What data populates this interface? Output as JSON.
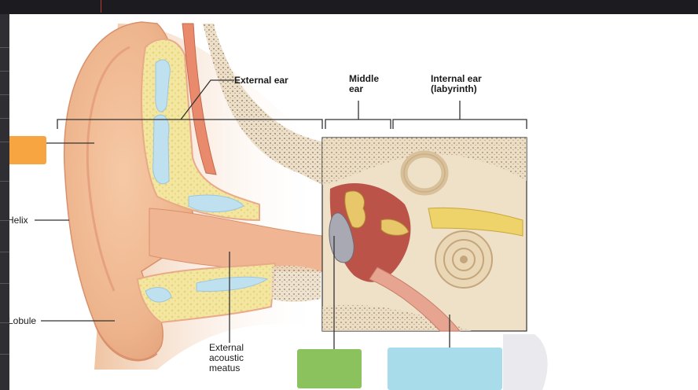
{
  "labels": {
    "external_ear": "External ear",
    "middle_ear_line1": "Middle",
    "middle_ear_line2": "ear",
    "internal_ear_line1": "Internal ear",
    "internal_ear_line2": "(labyrinth)",
    "helix": "Helix",
    "lobule": "Lobule",
    "meatus_line1": "External",
    "meatus_line2": "acoustic",
    "meatus_line3": "meatus"
  },
  "answer_boxes": {
    "orange_color": "#f7a541",
    "green_color": "#8cc25e",
    "blue_color": "#a9dcea"
  }
}
